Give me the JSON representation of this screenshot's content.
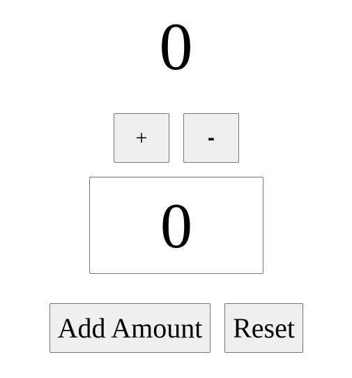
{
  "counter": {
    "value": "0"
  },
  "controls": {
    "increment_label": "+",
    "decrement_label": "-"
  },
  "amount": {
    "value": "0"
  },
  "actions": {
    "add_amount_label": "Add Amount",
    "reset_label": "Reset"
  }
}
